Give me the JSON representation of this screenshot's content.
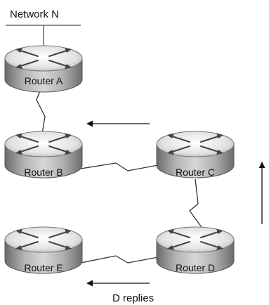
{
  "network": {
    "label": "Network N"
  },
  "routers": [
    {
      "id": "A",
      "label": "Router A"
    },
    {
      "id": "B",
      "label": "Router B"
    },
    {
      "id": "C",
      "label": "Router C"
    },
    {
      "id": "D",
      "label": "Router D"
    },
    {
      "id": "E",
      "label": "Router E"
    }
  ],
  "caption": {
    "text": "D replies"
  },
  "icons": {
    "router": "router-icon",
    "serial_link": "serial-link-icon",
    "arrow_left": "arrow-left-icon",
    "arrow_up": "arrow-up-icon"
  }
}
